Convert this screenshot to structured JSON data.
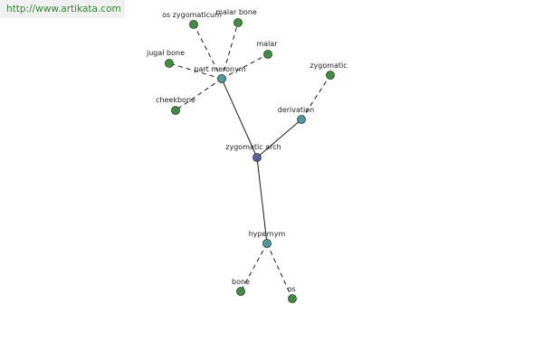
{
  "site_url": "http://www.artikata.com",
  "colors": {
    "root": "#5560a0",
    "relation": "#4a9b9f",
    "leaf": "#3f8f3f",
    "url_text": "#2f8a2f"
  },
  "graph": {
    "root": "zygomatic arch",
    "relations": [
      {
        "label": "part meronym",
        "terms": [
          "os zygomaticum",
          "malar bone",
          "malar",
          "jugal bone",
          "cheekbone"
        ]
      },
      {
        "label": "derivation",
        "terms": [
          "zygomatic"
        ]
      },
      {
        "label": "hypernym",
        "terms": [
          "bone",
          "os"
        ]
      }
    ]
  }
}
